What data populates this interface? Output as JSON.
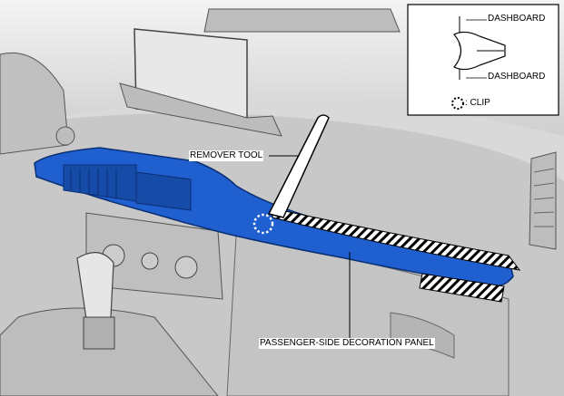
{
  "figure": {
    "callouts": {
      "remover_tool": "REMOVER TOOL",
      "passenger_panel": "PASSENGER-SIDE DECORATION PANEL"
    },
    "inset": {
      "top_label": "DASHBOARD",
      "bottom_label": "DASHBOARD",
      "legend_label": ": CLIP",
      "legend_icon": "dotted-circle-icon"
    },
    "colors": {
      "panel_fill": "#1f5fcf",
      "panel_stroke": "#0a2f73",
      "line": "#000000",
      "background": "#ffffff"
    }
  }
}
